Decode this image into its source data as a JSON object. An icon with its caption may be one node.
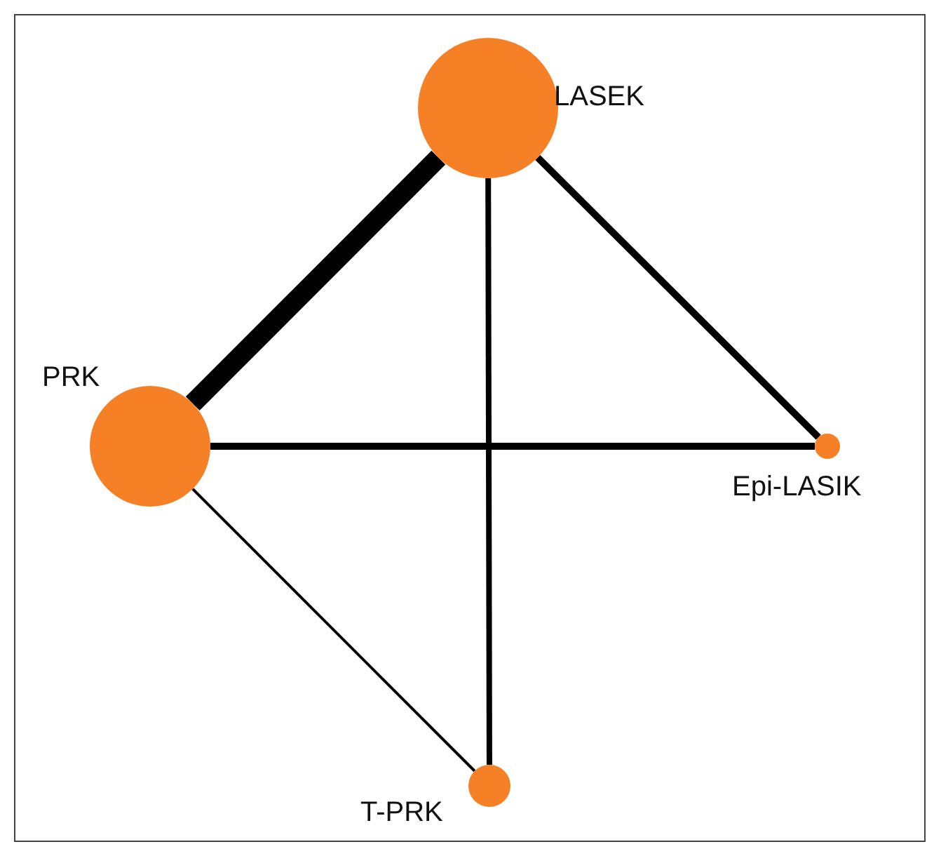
{
  "diagram": {
    "nodes": [
      {
        "text": [],
        "shape": "circle",
        "beside": [
          "LASEK"
        ]
      },
      {
        "text": [],
        "shape": "circle",
        "beside": [
          "PRK"
        ]
      },
      {
        "text": [],
        "shape": "circle",
        "beside": [
          "Epi-LASIK"
        ]
      },
      {
        "text": [],
        "shape": "circle",
        "beside": [
          "T-PRK"
        ]
      }
    ],
    "edges": [
      {
        "from": 0,
        "to": 1,
        "arrow": "none",
        "style": "thick"
      },
      {
        "from": 0,
        "to": 2,
        "arrow": "none"
      },
      {
        "from": 0,
        "to": 3,
        "arrow": "none"
      },
      {
        "from": 1,
        "to": 2,
        "arrow": "none"
      },
      {
        "from": 1,
        "to": 3,
        "arrow": "none"
      }
    ]
  }
}
